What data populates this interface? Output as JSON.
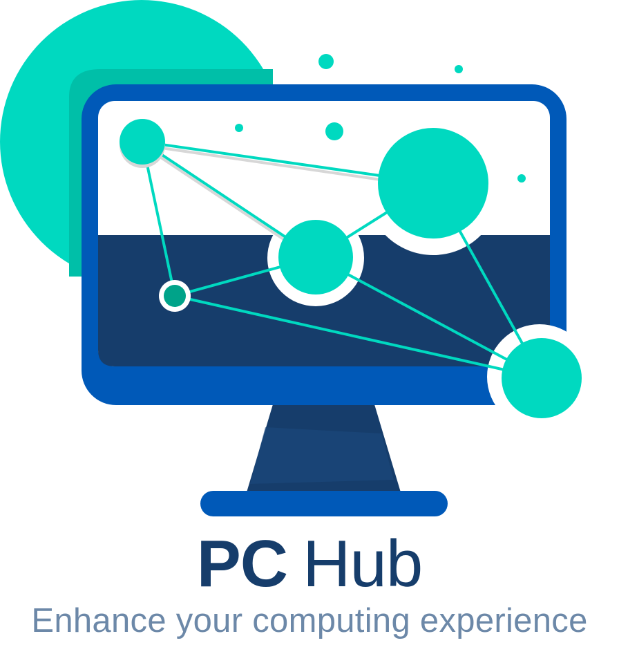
{
  "brand": {
    "name_bold": "PC",
    "name_light": "Hub",
    "tagline": "Enhance your computing experience"
  },
  "colors": {
    "teal": "#00d9c0",
    "teal_dark": "#00b8a2",
    "teal_node_small": "#00a389",
    "monitor_blue": "#0059b8",
    "navy": "#163d6b",
    "tagline_gray": "#6c88a8",
    "screen_white": "#ffffff"
  },
  "icons": {
    "logo": "computer-monitor-network-icon"
  }
}
